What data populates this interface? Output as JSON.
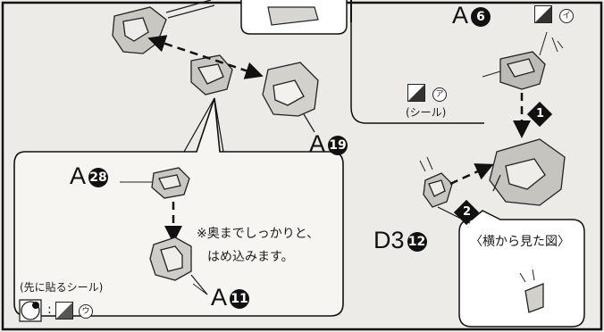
{
  "labels": {
    "a6": {
      "letter": "A",
      "num": "6"
    },
    "a19": {
      "letter": "A",
      "num": "19"
    },
    "a28": {
      "letter": "A",
      "num": "28"
    },
    "a11": {
      "letter": "A",
      "num": "11"
    },
    "d3_12": {
      "letter": "D3",
      "num": "12"
    }
  },
  "step_badges": [
    "1",
    "2"
  ],
  "sticker_marks": {
    "a": "ア",
    "i": "イ",
    "u": "ウ"
  },
  "texts": {
    "sticker_paren": "(シール)",
    "note_line1": "※奥までしっかりと、",
    "note_line2": "はめ込みます。",
    "apply_first": "(先に貼るシール)",
    "side_view": "〈横から見た図〉",
    "colon": ":"
  },
  "colors": {
    "background": "#ecebe7",
    "ink": "#111111",
    "panel": "#ffffff"
  }
}
